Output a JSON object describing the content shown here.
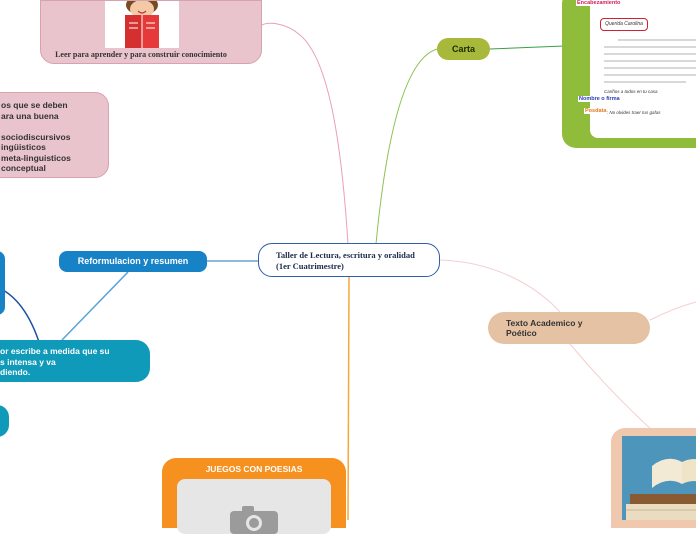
{
  "central": {
    "line1": "Taller de Lectura, escritura y oralidad",
    "line2": "(1er Cuatrimestre)"
  },
  "top_left": {
    "caption": "Leer para aprender y para construir conocimiento"
  },
  "pink_side": {
    "lines": [
      "os que se deben",
      "ara una buena",
      "",
      "sociodiscursivos",
      "ingüisticos",
      "meta-linguisticos",
      "conceptual"
    ]
  },
  "carta": {
    "label": "Carta"
  },
  "letter_image": {
    "encabezamiento": "Encabezamiento",
    "nombre_firma": "Nombre o firma",
    "posdata": "Posdata",
    "salutation": "Querida Carolina",
    "closing": "Cariños a todos en tu casa",
    "ps": "P.D: No olvides traer tus gafas"
  },
  "reformulacion": {
    "label": "Reformulacion y resumen"
  },
  "teal_box": {
    "lines": [
      "or escribe a medida que su",
      "s intensa y va",
      "diendo."
    ]
  },
  "texto_academico": {
    "line1": "Texto Academico y",
    "line2": "Poético"
  },
  "juegos": {
    "label": "JUEGOS CON POESIAS"
  },
  "colors": {
    "pink": "#e9c4cc",
    "green": "#8fbc3b",
    "blue": "#1782c6",
    "teal": "#0e9ab8",
    "orange": "#f6901e",
    "peach": "#e6c2a5",
    "olive": "#a7b83a"
  },
  "icons": {
    "placeholder": "camera-icon"
  }
}
